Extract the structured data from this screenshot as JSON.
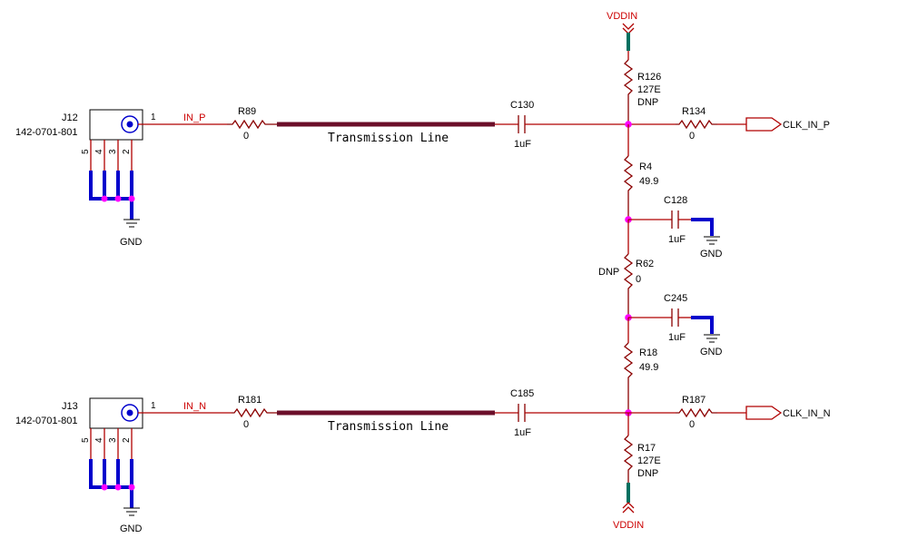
{
  "connectors": [
    {
      "ref": "J12",
      "part": "142-0701-801",
      "pin1": "1",
      "pins": [
        "5",
        "4",
        "3",
        "2"
      ],
      "gnd": "GND"
    },
    {
      "ref": "J13",
      "part": "142-0701-801",
      "pin1": "1",
      "pins": [
        "5",
        "4",
        "3",
        "2"
      ],
      "gnd": "GND"
    }
  ],
  "nets": {
    "in_p": "IN_P",
    "in_n": "IN_N",
    "clk_p": "CLK_IN_P",
    "clk_n": "CLK_IN_N"
  },
  "transmission_line": "Transmission Line",
  "power": {
    "top": "VDDIN",
    "bottom": "VDDIN"
  },
  "resistors": {
    "r89": {
      "ref": "R89",
      "value": "0"
    },
    "r181": {
      "ref": "R181",
      "value": "0"
    },
    "r126": {
      "ref": "R126",
      "value": "127E",
      "note": "DNP"
    },
    "r134": {
      "ref": "R134",
      "value": "0"
    },
    "r4": {
      "ref": "R4",
      "value": "49.9"
    },
    "r62": {
      "ref": "R62",
      "value": "0",
      "note": "DNP"
    },
    "r18": {
      "ref": "R18",
      "value": "49.9"
    },
    "r187": {
      "ref": "R187",
      "value": "0"
    },
    "r17": {
      "ref": "R17",
      "value": "127E",
      "note": "DNP"
    }
  },
  "capacitors": {
    "c130": {
      "ref": "C130",
      "value": "1uF"
    },
    "c185": {
      "ref": "C185",
      "value": "1uF"
    },
    "c128": {
      "ref": "C128",
      "value": "1uF",
      "gnd": "GND"
    },
    "c245": {
      "ref": "C245",
      "value": "1uF",
      "gnd": "GND"
    }
  }
}
